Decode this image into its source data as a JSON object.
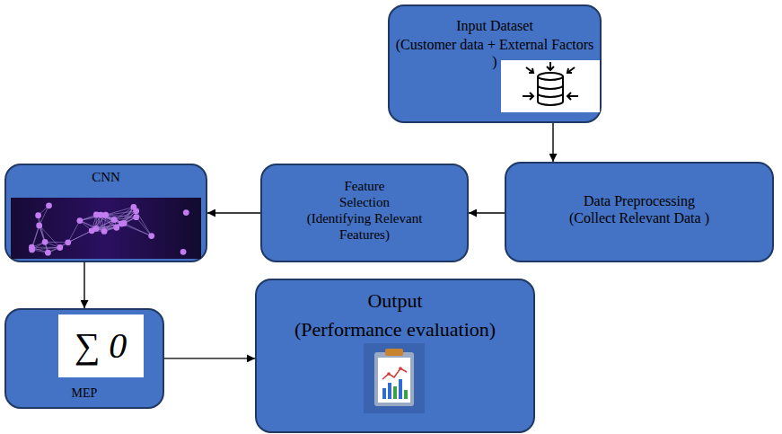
{
  "diagram": {
    "nodes": [
      {
        "text": [
          "Input Dataset",
          "(Customer data + External Factors )"
        ]
      },
      {
        "text": [
          "Data Preprocessing",
          "(Collect Relevant Data )"
        ]
      },
      {
        "text": [
          "Feature Selection",
          "(Identifying Relevant Features)"
        ]
      },
      {
        "text": [
          "CNN"
        ]
      },
      {
        "text": [
          "∑ 0",
          "MEP"
        ]
      },
      {
        "text": [
          "Output",
          "(Performance evaluation)"
        ]
      }
    ],
    "edges": [
      {
        "from": 0,
        "to": 1,
        "arrow": "to"
      },
      {
        "from": 1,
        "to": 2,
        "arrow": "to"
      },
      {
        "from": 2,
        "to": 3,
        "arrow": "to"
      },
      {
        "from": 3,
        "to": 4,
        "arrow": "to"
      },
      {
        "from": 4,
        "to": 5,
        "arrow": "to"
      }
    ]
  }
}
